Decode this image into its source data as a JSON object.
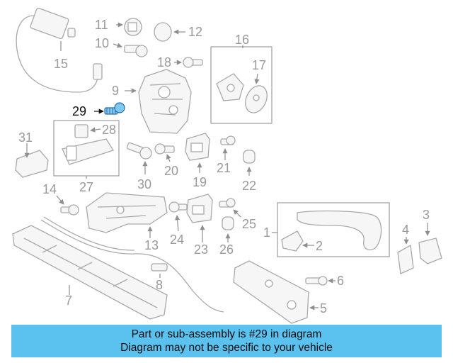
{
  "diagram": {
    "highlighted_label": "29",
    "labels": [
      "1",
      "2",
      "3",
      "4",
      "5",
      "6",
      "7",
      "8",
      "9",
      "10",
      "11",
      "12",
      "13",
      "14",
      "15",
      "16",
      "17",
      "18",
      "19",
      "20",
      "21",
      "22",
      "23",
      "24",
      "25",
      "26",
      "27",
      "28",
      "30",
      "31"
    ],
    "colors": {
      "highlight": "#3fa0e0",
      "parts": "#a9a9a9",
      "labels": "#9a9a9a",
      "banner": "#5bc2ef"
    }
  },
  "banner": {
    "line1": "Part or sub-assembly is #29 in diagram",
    "line2": "Diagram may not be specific to your vehicle"
  }
}
